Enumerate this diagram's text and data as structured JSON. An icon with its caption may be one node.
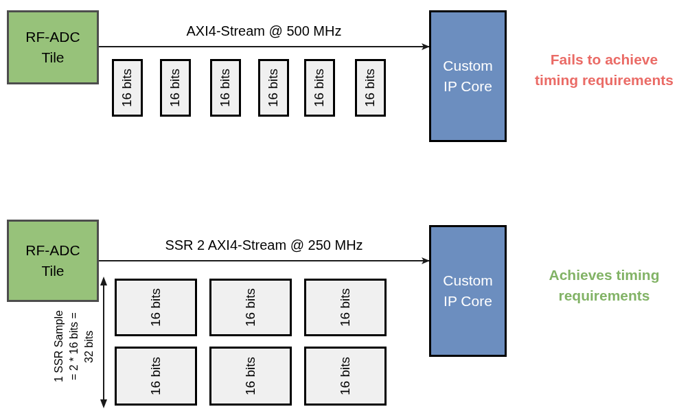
{
  "diagram": {
    "nodes": [
      {
        "text": [
          "RF-ADC Tile"
        ]
      },
      {
        "text": [
          "Custom IP Core"
        ]
      },
      {
        "text": [
          "16 bits"
        ]
      },
      {
        "text": [
          "16 bits"
        ]
      },
      {
        "text": [
          "16 bits"
        ]
      },
      {
        "text": [
          "16 bits"
        ]
      },
      {
        "text": [
          "16 bits"
        ]
      },
      {
        "text": [
          "16 bits"
        ]
      },
      {
        "text": [
          "RF-ADC Tile"
        ]
      },
      {
        "text": [
          "Custom IP Core"
        ]
      },
      {
        "text": [
          "16 bits"
        ]
      },
      {
        "text": [
          "16 bits"
        ]
      },
      {
        "text": [
          "16 bits"
        ]
      },
      {
        "text": [
          "16 bits"
        ]
      },
      {
        "text": [
          "16 bits"
        ]
      },
      {
        "text": [
          "16 bits"
        ]
      }
    ],
    "edges": [
      {
        "from": 0,
        "to": 1,
        "arrow": "to",
        "label": "AXI4-Stream @ 500 MHz"
      },
      {
        "from": 8,
        "to": 9,
        "arrow": "to",
        "label": "SSR 2 AXI4-Stream @ 250 MHz"
      }
    ],
    "labels": [
      "Fails to achieve timing requirements",
      "Achieves timing requirements",
      "1 SSR Sample = 2 * 16 bits = 32 bits"
    ]
  }
}
